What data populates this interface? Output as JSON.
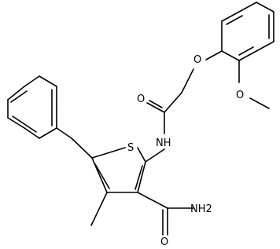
{
  "molecule": {
    "atoms": {
      "ring_s": "S",
      "amide_nh": "NH",
      "carbonyl_o1": "O",
      "ether_o1": "O",
      "ether_o2": "O",
      "carboxamide_nh2": "NH2",
      "carboxamide_o": "O"
    }
  }
}
